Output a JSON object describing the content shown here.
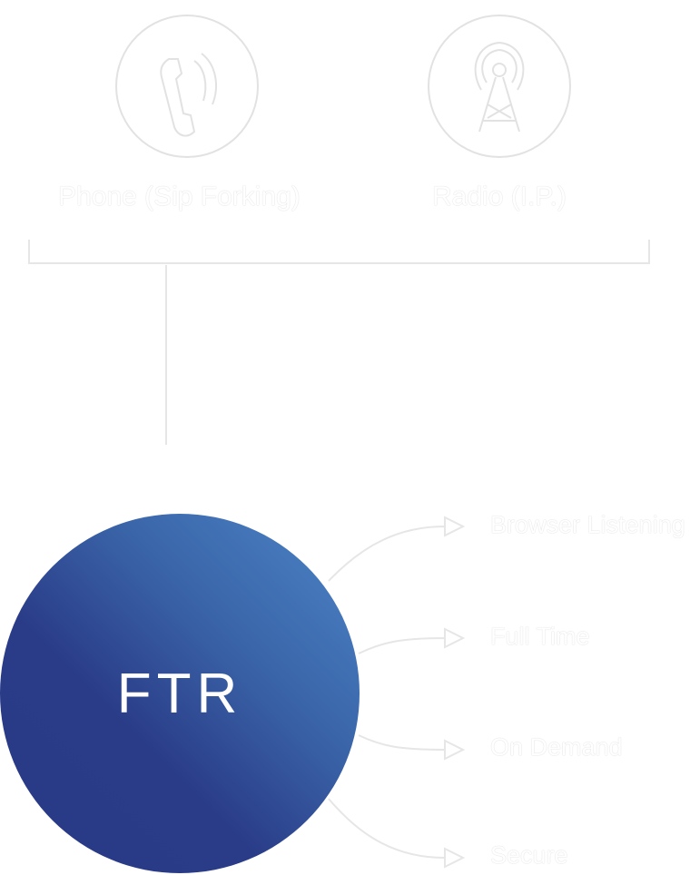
{
  "sources": [
    {
      "label": "Phone (Sip Forking)",
      "icon": "phone-icon"
    },
    {
      "label": "Radio (I.P.)",
      "icon": "radio-tower-icon"
    }
  ],
  "hub": {
    "label": "FTR",
    "gradient": [
      "#4c86c8",
      "#283a86"
    ]
  },
  "outputs": [
    {
      "label": "Browser Listening"
    },
    {
      "label": "Full Time"
    },
    {
      "label": "On Demand"
    },
    {
      "label": "Secure"
    }
  ]
}
